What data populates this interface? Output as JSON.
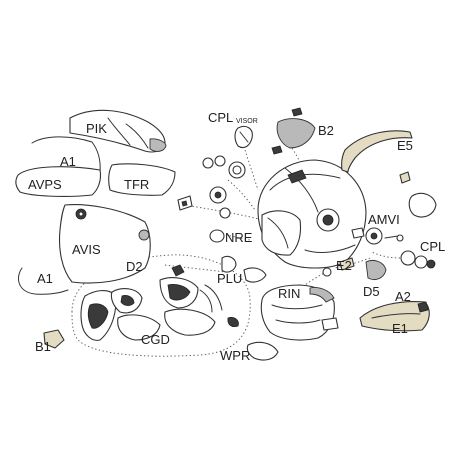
{
  "labels": {
    "pik": "PIK",
    "a1_top": "A1",
    "avps": "AVPS",
    "tfr": "TFR",
    "cpl_visor": "CPL",
    "visor": "VISOR",
    "b2": "B2",
    "e5": "E5",
    "avis": "AVIS",
    "d2": "D2",
    "a1_bottom": "A1",
    "nre": "NRE",
    "amvi": "AMVI",
    "cpl_right": "CPL",
    "e2": "E2",
    "plu": "PLU",
    "rin": "RIN",
    "d5": "D5",
    "a2": "A2",
    "e1": "E1",
    "b1": "B1",
    "cgd": "CGD",
    "wpr": "WPR"
  },
  "colors": {
    "line": "#333333",
    "tan_part": "#e3dcc2",
    "background": "#ffffff"
  }
}
